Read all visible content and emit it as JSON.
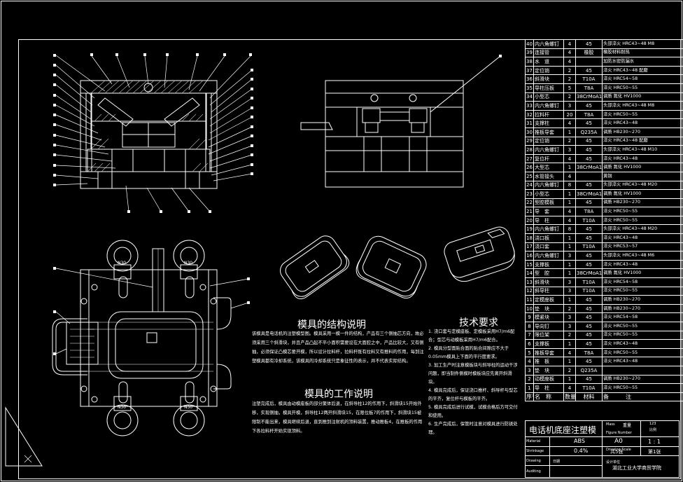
{
  "sections": {
    "structure_title": "模具的结构说明",
    "structure_text": "该模具是电话机的注塑模型图。模具采用一模一件的结构，产品有三个侧抽芯方向，故必须采用三个斜滑块，并且产品凸起不平小面积需要设在大面腔之中，产品比较大，又有侧抽，必须保证凸模芯要开模，所以设计拉料杆，拉料杆既有拉料又有推料的作用，每到注塑模具都有冷却系统，该模具的冷却系统只是象征性的表示，并不代表实际结构。",
    "working_title": "模具的工作说明",
    "working_text": "注塑完成后，模具由动模座板的部分聚体后退，在斜导柱12的作用下，斜滑块15开始外移，实现侧抽，模具开模，斜导柱12两开斜滑块15，在限位板7的作用下，斜滑块15被限制不能出来，模具继续后退，直到推到注射机的顶料装置，推动推板4，在推板的作用下各拉料杆开始实现顶料。",
    "tech_title": "技术要求",
    "tech_items": [
      "1. 浇口套与定模座板、定模板采用H7/m6配合；型芯与动模板采用H7/m6配合。",
      "2. 模具分型面贴合面的贴合间隙应不大于0.05mm模具上下面的平行度要求。",
      "3. 加工生产时注意模板块与斜导柱的运动干涉问题，即当制件侧模时模板块应先离开斜滑块。",
      "4. 模具完成后，保证浇口推杆、斜导杆与型芯的平齐，复位杆与模板的平齐。",
      "5. 模具完成后进行试模，试模合格后方可交付和使用。",
      "6. 生产完成后，保管时注意对模具进行防锈处理。"
    ]
  },
  "drawing_labels": {
    "n30_a": "N30",
    "n30_b": "N30",
    "n30_c": "N30",
    "n30_d": "N30"
  },
  "parts_header": [
    "序号",
    "名　称",
    "数量",
    "材料",
    "备　　　注"
  ],
  "parts": [
    [
      "40",
      "内六角螺钉",
      "4",
      "45",
      "头部淬火 HRC43~48 M8"
    ],
    [
      "39",
      "连接管",
      "4",
      "橡胶",
      "橡胶材料耐热"
    ],
    [
      "38",
      "水　道",
      "4",
      "",
      "加防水密防漏水"
    ],
    [
      "37",
      "定位销",
      "2",
      "45",
      "淬火 HRC43~48 配磨"
    ],
    [
      "36",
      "斜滑块",
      "2",
      "T10A",
      "淬火 HRC54~58"
    ],
    [
      "35",
      "导柱压板",
      "5",
      "T8A",
      "淬火 HRC50~55"
    ],
    [
      "34",
      "小型芯",
      "2",
      "38CrMoA1",
      "调质 氮化 HV1000"
    ],
    [
      "33",
      "内六角螺钉",
      "3",
      "45",
      "头部淬火 HRC43~48 M8"
    ],
    [
      "32",
      "拉料杆",
      "20",
      "T8A",
      "淬火 HRC50~55"
    ],
    [
      "31",
      "支撑柱",
      "4",
      "45",
      "淬火 HRC43~48"
    ],
    [
      "30",
      "推板导套",
      "1",
      "Q235A",
      "调质 HB230~270"
    ],
    [
      "29",
      "定位销",
      "2",
      "45",
      "淬火 HRC43~48 配磨"
    ],
    [
      "28",
      "内六角螺钉",
      "3",
      "45",
      "头部淬火 HRC43~48 M10"
    ],
    [
      "27",
      "复位杆",
      "4",
      "45",
      "淬火 HRC43~48"
    ],
    [
      "26",
      "大型芯",
      "1",
      "38CrMoA1",
      "调质 氮化 HV1000"
    ],
    [
      "25",
      "水管接头",
      "4",
      "",
      "黄铜"
    ],
    [
      "24",
      "内六角螺钉",
      "8",
      "45",
      "头部淬火 HRC43~48 M20"
    ],
    [
      "23",
      "小型芯",
      "1",
      "38CrMoA1",
      "调质 氮化 HV1000"
    ],
    [
      "22",
      "型腔模板",
      "1",
      "45",
      "调质 HB230~270"
    ],
    [
      "21",
      "导　套",
      "4",
      "T8A",
      "淬火 HRC50~55"
    ],
    [
      "20",
      "导　柱",
      "4",
      "T10A",
      "淬火 HRC50~55"
    ],
    [
      "19",
      "内六角螺钉",
      "8",
      "45",
      "头部淬火 HRC43~48 M20"
    ],
    [
      "18",
      "浇口板",
      "1",
      "45",
      "淬火 HRC43~48"
    ],
    [
      "17",
      "浇口套",
      "1",
      "T10A",
      "淬火 HRC53~57"
    ],
    [
      "16",
      "内六角螺钉",
      "3",
      "45",
      "头部淬火 HRC43~48 M6"
    ],
    [
      "15",
      "支撑板",
      "1",
      "45",
      "淬火 HRC43~48"
    ],
    [
      "14",
      "型　腔",
      "1",
      "38CrMoA1",
      "调质 氮化 HV1000"
    ],
    [
      "13",
      "斜滑块",
      "3",
      "T10A",
      "淬火 HRC54~58"
    ],
    [
      "12",
      "斜导柱",
      "3",
      "T10A",
      "淬火 HRC50~55"
    ],
    [
      "11",
      "定模座板",
      "1",
      "45",
      "调质 HB230~270"
    ],
    [
      "10",
      "垫　块",
      "2",
      "45",
      "调质 HB230~270"
    ],
    [
      "9",
      "模紧块",
      "3",
      "45",
      "淬火 HRC54~58"
    ],
    [
      "8",
      "导向钉",
      "3",
      "45",
      "淬火 HRC50~55"
    ],
    [
      "7",
      "限位架",
      "2",
      "45",
      "淬火 HRC50~55"
    ],
    [
      "6",
      "支撑板",
      "1",
      "45",
      "淬火 HRC43~48"
    ],
    [
      "5",
      "推板导套",
      "4",
      "T8A",
      "淬火 HRC50~55"
    ],
    [
      "4",
      "推　板",
      "1",
      "45",
      "淬火 HRC43~48"
    ],
    [
      "3",
      "垫　块",
      "2",
      "Q235A",
      ""
    ],
    [
      "2",
      "动模座板",
      "1",
      "45",
      "调质 HB230~270"
    ],
    [
      "1",
      "导　柱",
      "4",
      "T10A",
      "淬火 HRC50~55"
    ]
  ],
  "title_block": {
    "drawing_title": "电话机底座注塑模",
    "sheet_size": "A0",
    "scale": "1 : 1",
    "material": "ABS",
    "shrinkage": "0.4%",
    "total_sheets": "共5张",
    "sheet_no": "第1张",
    "school": "湖北工业大学商贸学院",
    "label_material": "Material",
    "label_shrink": "Shrinkage",
    "label_figure": "Figure Number",
    "label_scale": "Drawing Scale",
    "label_drawing": "Drawing",
    "label_auditing": "Auditing",
    "label_mass": "Mass",
    "label_mass_cn": "重量",
    "label_proportion": "比例",
    "label_table": "设计单位",
    "label_id": "123",
    "label_date": "日期"
  },
  "colors": {
    "background": "#000000",
    "line": "#ffffff",
    "hatch": "#bbbbbb"
  }
}
